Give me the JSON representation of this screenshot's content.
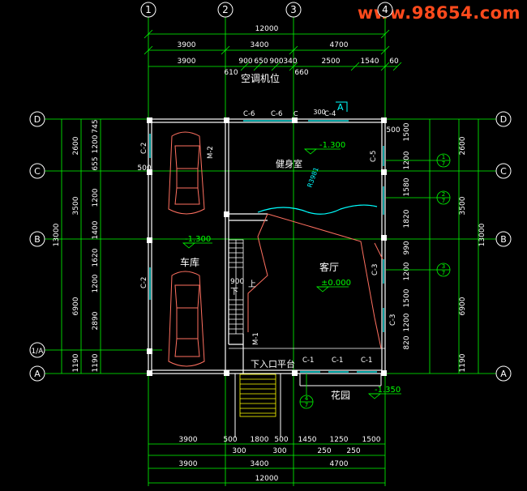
{
  "watermark": "www.98654.com",
  "axes_top": [
    "1",
    "2",
    "3",
    "4"
  ],
  "axes_left": [
    "D",
    "C",
    "B",
    "1/A",
    "A"
  ],
  "axes_right": [
    "D",
    "C",
    "B",
    "A"
  ],
  "dims_top_row1": [
    "12000"
  ],
  "dims_top_row2": [
    "3900",
    "3400",
    "4700"
  ],
  "dims_top_row3": [
    "3900",
    "900",
    "650",
    "900",
    "340",
    "2500",
    "1540",
    "60"
  ],
  "dims_top_misc": [
    "610",
    "660",
    "300"
  ],
  "dims_bottom_row1": [
    "3900",
    "500",
    "1800",
    "500",
    "1450",
    "1250",
    "1500"
  ],
  "dims_bottom_row2": [
    "300",
    "300",
    "250",
    "250"
  ],
  "dims_bottom_row3": [
    "3900",
    "3400",
    "4700"
  ],
  "dims_bottom_row4": [
    "12000"
  ],
  "dims_left_outer": [
    "2600",
    "3500",
    "6900",
    "1190"
  ],
  "dims_left_total": "13000",
  "dims_left_inner": [
    "745",
    "1200",
    "655",
    "1200",
    "1400",
    "1620",
    "1200",
    "2890"
  ],
  "dims_left_extra": [
    "500"
  ],
  "dims_right_outer": [
    "2600",
    "3500",
    "6900",
    "1190"
  ],
  "dims_right_total": "13000",
  "dims_right_inner": [
    "500",
    "1500",
    "1200",
    "1580",
    "1820",
    "990",
    "1200",
    "1500",
    "1200",
    "820"
  ],
  "rooms": {
    "garage": "车库",
    "gym": "健身室",
    "living": "客厅",
    "entry": "下入口平台",
    "garden": "花园",
    "ac": "空调机位"
  },
  "levels": {
    "gym": "-1.300",
    "garage": "-1.300",
    "living": "±0.000",
    "garden": "-1.350"
  },
  "windows": {
    "c6a": "C-6",
    "c6b": "C-6",
    "c4": "C-4",
    "c5": "C-5",
    "c2a": "C-2",
    "c2b": "C-2",
    "c3a": "C-3",
    "c3b": "C-3",
    "c1a": "C-1",
    "c1b": "C-1",
    "c1c": "C-1",
    "m2": "M-2",
    "m1": "M-1",
    "a_mark": "A",
    "c_mark": "C"
  },
  "stair": {
    "width": "900",
    "down": "下",
    "up": "上"
  },
  "arc_label": "R3981",
  "section_marks": [
    "1",
    "2",
    "3",
    "4"
  ],
  "section_ref": [
    "7",
    "7",
    "7",
    "7"
  ],
  "colors": {
    "dim": "#00ff00",
    "wall": "#ffffff",
    "text": "#ffffff",
    "accent": "#00ffff",
    "hatch": "#ff7060",
    "watermark": "#ff4a1c"
  }
}
